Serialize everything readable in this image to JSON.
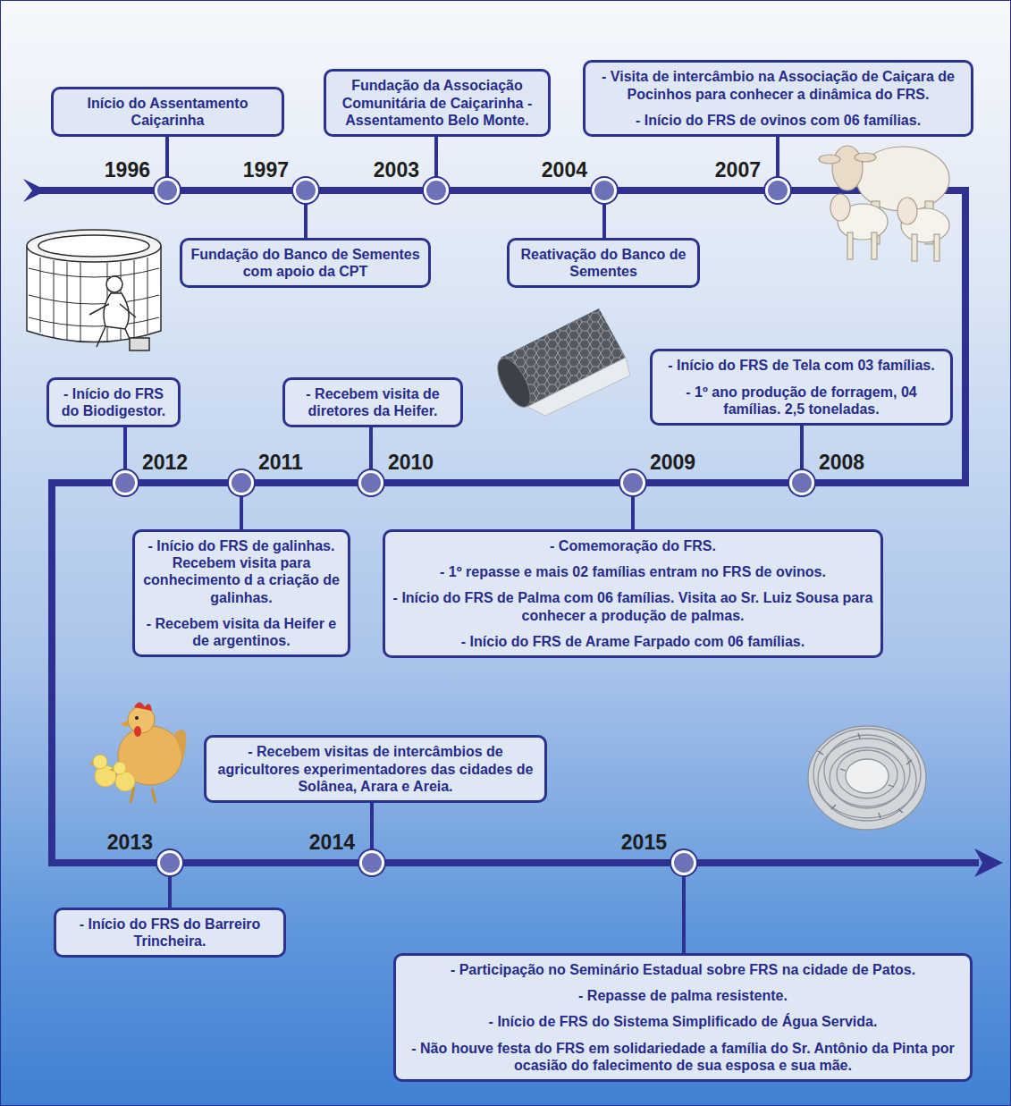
{
  "diagram": {
    "nodes": [
      {
        "text": [
          "Início do Assentamento Caiçarinha"
        ]
      },
      {
        "text": [
          "1996"
        ]
      },
      {
        "text": [
          "1997"
        ]
      },
      {
        "text": [
          "Fundação do Banco de Sementes com apoio da CPT"
        ]
      },
      {
        "text": [
          "Fundação da Associação Comunitária de Caiçarinha - Assentamento Belo Monte."
        ]
      },
      {
        "text": [
          "2003"
        ]
      },
      {
        "text": [
          "2004"
        ]
      },
      {
        "text": [
          "Reativação do Banco de Sementes"
        ]
      },
      {
        "text": [
          "- Visita de intercâmbio na Associação de Caiçara de Pocinhos para conhecer a dinâmica do FRS.",
          "- Início do FRS de ovinos com 06 famílias."
        ]
      },
      {
        "text": [
          "2007"
        ]
      },
      {
        "text": [
          "- Início do FRS de Tela com 03 famílias.",
          "- 1º ano produção de forragem, 04 famílias. 2,5 toneladas."
        ]
      },
      {
        "text": [
          "2008"
        ]
      },
      {
        "text": [
          "2009"
        ]
      },
      {
        "text": [
          "- Comemoração do FRS.",
          "- 1º repasse e mais 02 famílias entram no FRS de ovinos.",
          "- Início do FRS de Palma com 06 famílias. Visita ao Sr. Luiz Sousa para conhecer a produção de palmas.",
          "- Início do FRS de Arame Farpado com 06 famílias."
        ]
      },
      {
        "text": [
          "- Recebem visita de diretores da Heifer."
        ]
      },
      {
        "text": [
          "2010"
        ]
      },
      {
        "text": [
          "2011"
        ]
      },
      {
        "text": [
          "- Início do FRS de galinhas. Recebem visita para conhecimento d a criação de galinhas.",
          "- Recebem visita da Heifer e de argentinos."
        ]
      },
      {
        "text": [
          "- Início do FRS do Biodigestor."
        ]
      },
      {
        "text": [
          "2012"
        ]
      },
      {
        "text": [
          "- Recebem visitas de intercâmbios de agricultores experimentadores das cidades de Solânea, Arara e Areia."
        ]
      },
      {
        "text": [
          "2013"
        ]
      },
      {
        "text": [
          "2014"
        ]
      },
      {
        "text": [
          "- Início do FRS do Barreiro Trincheira."
        ]
      },
      {
        "text": [
          "2015"
        ]
      },
      {
        "text": [
          "- Participação no Seminário Estadual sobre FRS na cidade de Patos.",
          "- Repasse de palma resistente.",
          "- Início de FRS do Sistema Simplificado de Água Servida.",
          "- Não houve festa do FRS em solidariedade a família do Sr. Antônio da Pinta por ocasião do falecimento de sua esposa e sua mãe."
        ]
      }
    ],
    "edges": [
      {
        "from": 0,
        "to": 1,
        "arrow": "none"
      },
      {
        "from": 2,
        "to": 3,
        "arrow": "none"
      },
      {
        "from": 4,
        "to": 5,
        "arrow": "none"
      },
      {
        "from": 6,
        "to": 7,
        "arrow": "none"
      },
      {
        "from": 8,
        "to": 9,
        "arrow": "none"
      },
      {
        "from": 10,
        "to": 11,
        "arrow": "none"
      },
      {
        "from": 12,
        "to": 13,
        "arrow": "none"
      },
      {
        "from": 14,
        "to": 15,
        "arrow": "none"
      },
      {
        "from": 16,
        "to": 17,
        "arrow": "none"
      },
      {
        "from": 18,
        "to": 19,
        "arrow": "none"
      },
      {
        "from": 20,
        "to": 22,
        "arrow": "none"
      },
      {
        "from": 21,
        "to": 23,
        "arrow": "none"
      },
      {
        "from": 24,
        "to": 25,
        "arrow": "none"
      }
    ]
  }
}
